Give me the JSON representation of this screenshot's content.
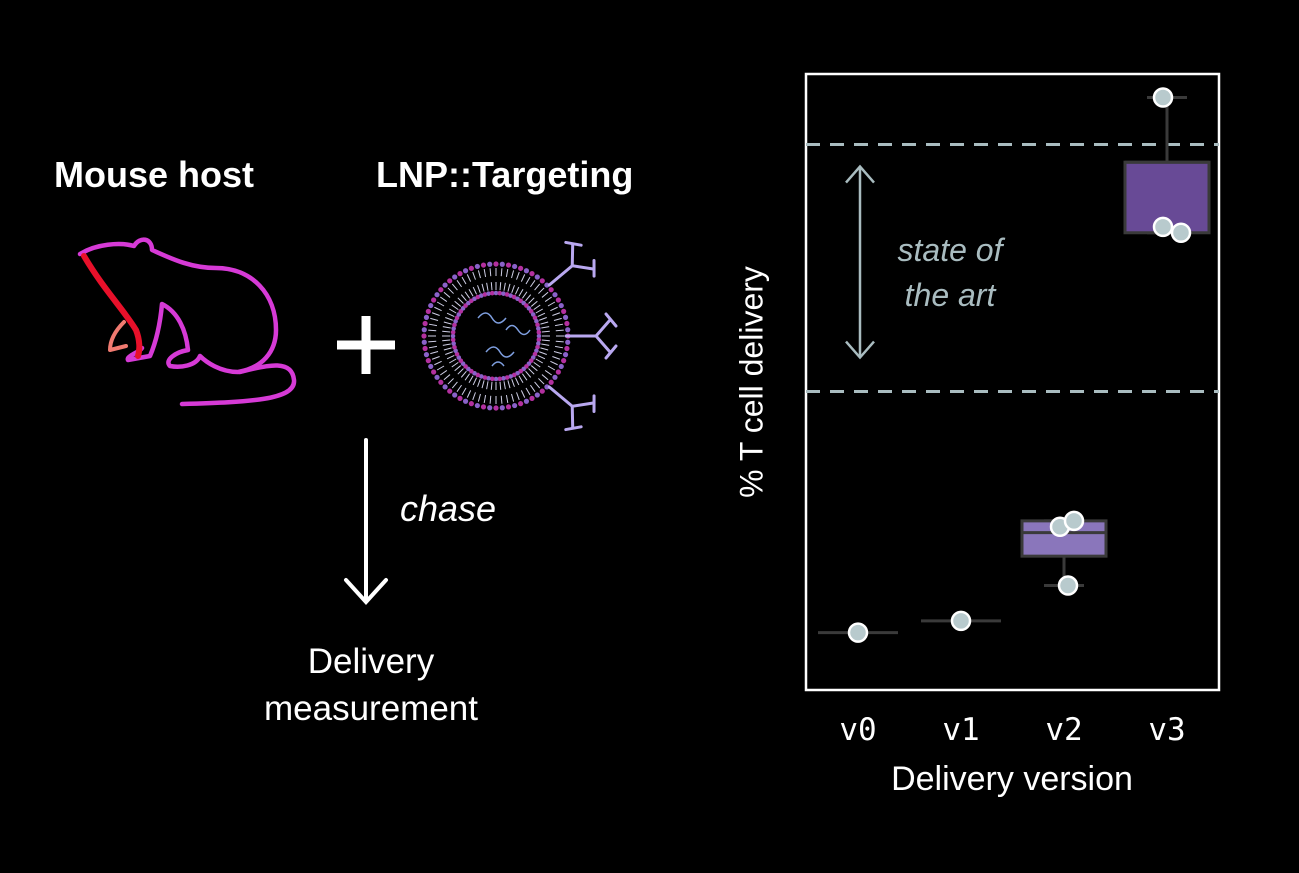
{
  "diagram": {
    "host_title": "Mouse host",
    "lnp_title": "LNP::Targeting",
    "chase_label": "chase",
    "outcome_line1": "Delivery",
    "outcome_line2": "measurement"
  },
  "colors": {
    "background": "#000000",
    "mouse_outline": "#d63ad6",
    "mouse_highlight": "#e8102a",
    "lnp_dot_magenta": "#b3309f",
    "lnp_dot_purple": "#8a62c9",
    "antibody": "#b9a8f0",
    "box_v3": "#684a96",
    "box_v2": "#8a76bb",
    "point_fill": "#b8cacd",
    "reference_line": "#a9bcc0"
  },
  "chart_data": {
    "type": "box",
    "xlabel": "Delivery version",
    "ylabel": "% T cell delivery",
    "categories": [
      "v0",
      "v1",
      "v2",
      "v3"
    ],
    "ylim": [
      0,
      100
    ],
    "series": [
      {
        "category": "v0",
        "points": [
          5
        ]
      },
      {
        "category": "v1",
        "points": [
          7
        ]
      },
      {
        "category": "v2",
        "points": [
          23,
          24,
          13
        ],
        "q1": 18,
        "median": 22,
        "q3": 24,
        "whisker_low": 13,
        "whisker_high": 24
      },
      {
        "category": "v3",
        "points": [
          96,
          74,
          73
        ],
        "q1": 73,
        "median": 85,
        "q3": 85,
        "whisker_low": 73,
        "whisker_high": 96
      }
    ],
    "reference_lines": [
      46,
      88
    ],
    "annotation": {
      "line1": "state of",
      "line2": "the art"
    },
    "grid": false
  }
}
